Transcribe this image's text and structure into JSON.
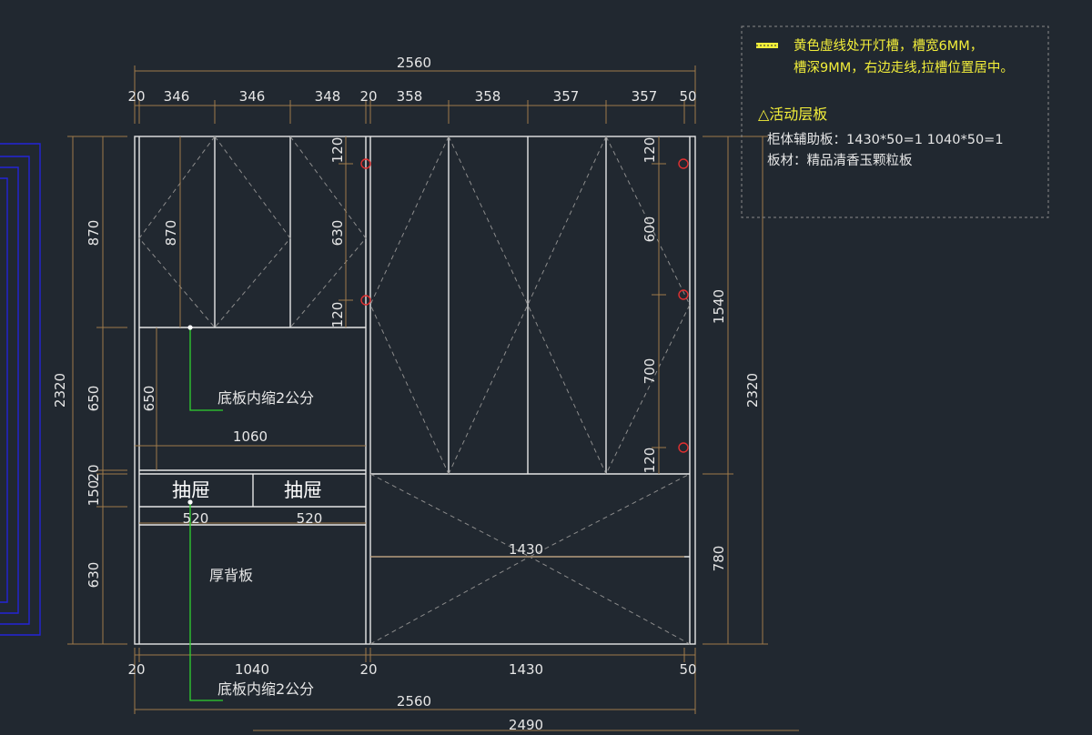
{
  "diagram": {
    "dim_top_total": "2560",
    "dim_top_segments": [
      "20",
      "346",
      "346",
      "348",
      "20",
      "358",
      "358",
      "357",
      "357",
      "50"
    ],
    "dim_bottom_segments": [
      "20",
      "1040",
      "20",
      "1430",
      "50"
    ],
    "dim_bottom_total": "2560",
    "dim_bottom_overall": "2490",
    "dim_left_total": "2320",
    "dim_left_segments": [
      "870",
      "650",
      "20",
      "150",
      "630"
    ],
    "dim_right_segments": [
      "1540",
      "780"
    ],
    "dim_right_total": "2320",
    "inner_dims": {
      "upper_left_height": "870",
      "door_top_gap": "120",
      "door_mid": "630",
      "door_bottom_gap": "120",
      "open_height": "650",
      "open_width": "1060",
      "drawer_left_width": "520",
      "drawer_right_width": "520",
      "right_top_gap": "120",
      "right_mid1": "600",
      "right_mid2": "700",
      "right_bottom_gap": "120",
      "lower_right_width": "1430"
    },
    "labels": {
      "floor_inset_top": "底板内缩2公分",
      "floor_inset_bottom": "底板内缩2公分",
      "drawer_left": "抽屉",
      "drawer_right": "抽屉",
      "thick_back": "厚背板"
    },
    "notes": {
      "yellow_line1": "黄色虚线处开灯槽，槽宽6MM，",
      "yellow_line2": "槽深9MM，右边走线,拉槽位置居中。",
      "shelf_title": "△活动层板",
      "aux_board": "柜体辅助板：1430*50=1   1040*50=1",
      "material": "板材：精品清香玉颗粒板"
    },
    "colors": {
      "background": "#212830",
      "panel": "#e6e6e6",
      "dimension": "#a07a4a",
      "leader": "#2fd12f",
      "note": "#f2ee3a",
      "hinge": "#e03030",
      "blue_outline": "#2424d8"
    }
  }
}
